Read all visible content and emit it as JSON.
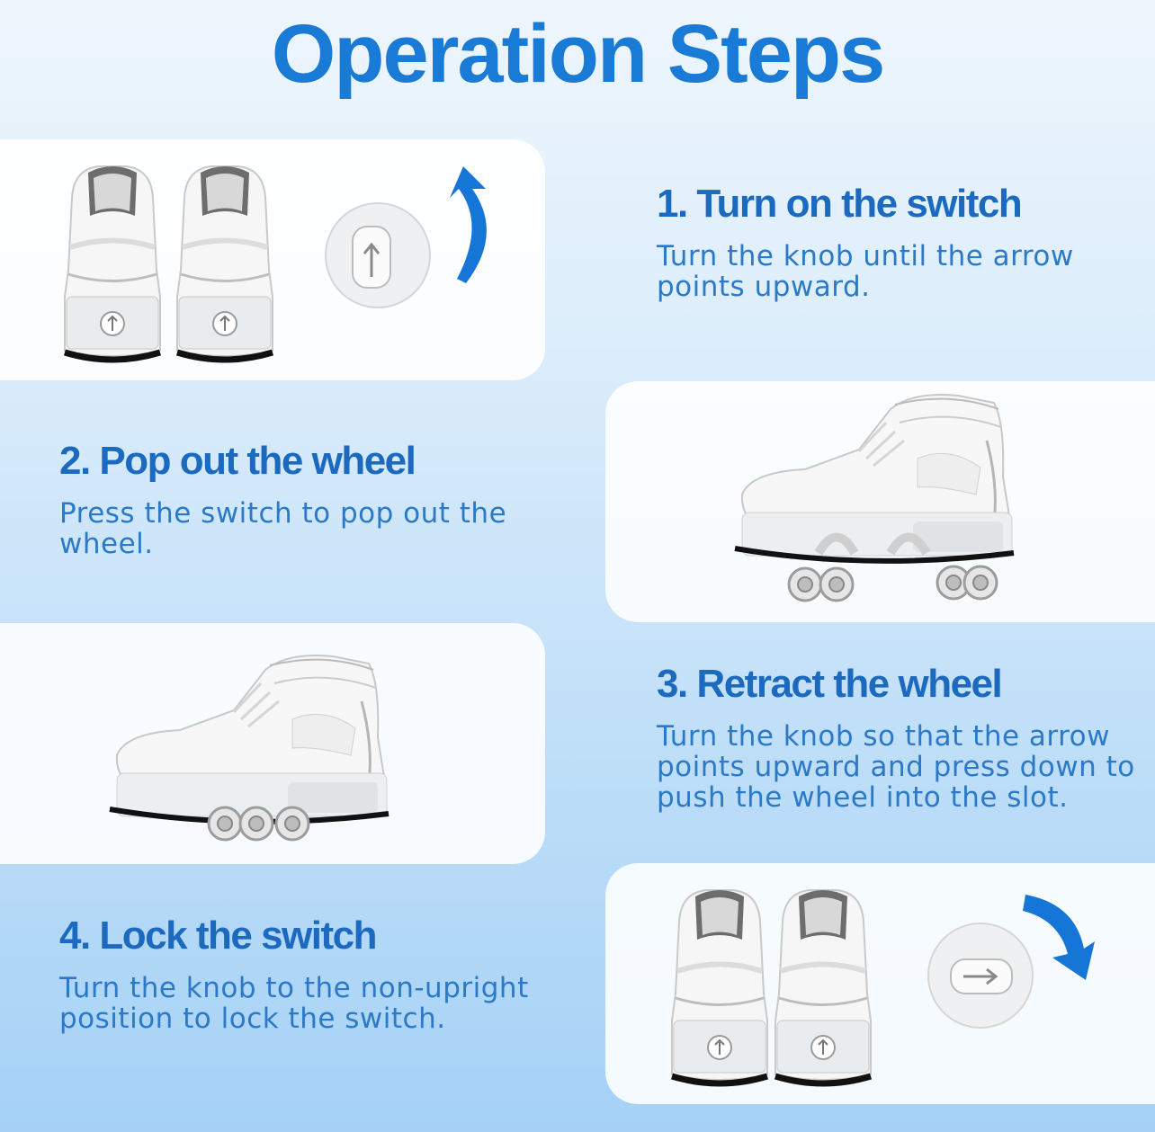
{
  "title": "Operation Steps",
  "colors": {
    "title": "#1a7bd6",
    "heading": "#1c6ac0",
    "body": "#2b79c7",
    "arrow": "#1576d8"
  },
  "steps": [
    {
      "heading": "1. Turn on the switch",
      "description": "Turn the knob until the arrow points upward.",
      "image": "shoes-front-view-with-knob-arrow-up"
    },
    {
      "heading": "2. Pop out the wheel",
      "description": "Press the switch to pop out the wheel.",
      "image": "shoe-side-view-wheels-out"
    },
    {
      "heading": "3. Retract the wheel",
      "description": "Turn the knob so that the arrow points upward and press down to push the wheel into the slot.",
      "image": "shoe-side-view-wheels-retracted"
    },
    {
      "heading": "4. Lock the switch",
      "description": "Turn the knob to the non-upright position to lock the switch.",
      "image": "shoes-front-view-with-knob-arrow-right"
    }
  ]
}
